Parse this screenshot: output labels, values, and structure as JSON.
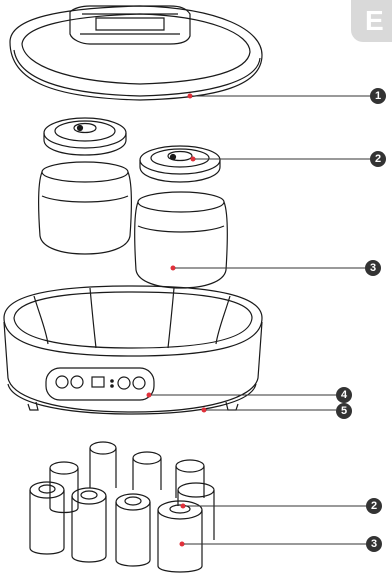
{
  "page_tab": {
    "letter": "E"
  },
  "callouts": [
    {
      "id": "c1",
      "number": "1"
    },
    {
      "id": "c2a",
      "number": "2"
    },
    {
      "id": "c3a",
      "number": "3"
    },
    {
      "id": "c4",
      "number": "4"
    },
    {
      "id": "c5",
      "number": "5"
    },
    {
      "id": "c2b",
      "number": "2"
    },
    {
      "id": "c3b",
      "number": "3"
    }
  ],
  "colors": {
    "outline": "#1a1a1a",
    "marker": "#e0303a",
    "callout": "#333333",
    "tab": "#d9d9d9"
  }
}
